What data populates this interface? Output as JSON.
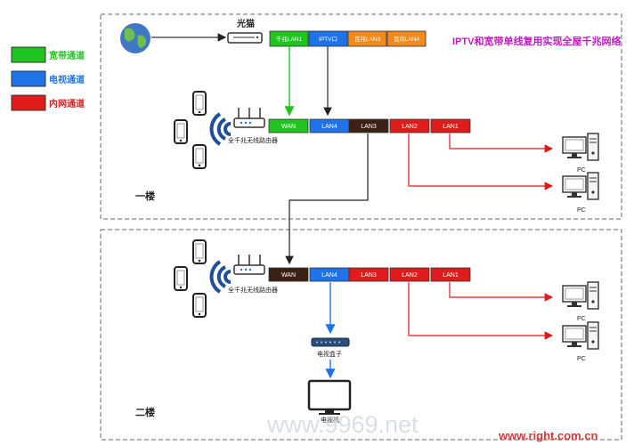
{
  "title": "IPTV和宽带单线复用实现全屋千兆网络",
  "legend": [
    {
      "label": "宽带通道",
      "color": "#1fc41f"
    },
    {
      "label": "电视通道",
      "color": "#1e73e8"
    },
    {
      "label": "内网通道",
      "color": "#e01b1b"
    }
  ],
  "modem": {
    "label": "光猫",
    "ports": [
      "千兆LAN1",
      "IPTV口",
      "百兆LAN3",
      "百兆LAN4"
    ],
    "port_colors": [
      "#1fc41f",
      "#1e73e8",
      "#f08a1c",
      "#f08a1c"
    ]
  },
  "floor1": {
    "label": "一楼",
    "router_label": "全千兆无线路由器",
    "ports": [
      "WAN",
      "LAN4",
      "LAN3",
      "LAN2",
      "LAN1"
    ],
    "port_colors": [
      "#1fc41f",
      "#1e73e8",
      "#3b2114",
      "#e01b1b",
      "#e01b1b"
    ],
    "pc_labels": [
      "PC",
      "PC"
    ]
  },
  "floor2": {
    "label": "二楼",
    "router_label": "全千兆无线路由器",
    "ports": [
      "WAN",
      "LAN4",
      "LAN3",
      "LAN2",
      "LAN1"
    ],
    "port_colors": [
      "#3b2114",
      "#1e73e8",
      "#e01b1b",
      "#e01b1b",
      "#e01b1b"
    ],
    "stb_label": "电视盒子",
    "tv_label": "电视机",
    "pc_labels": [
      "PC",
      "PC"
    ]
  },
  "watermarks": [
    "www.9969.net",
    "www.right.com.cn"
  ]
}
